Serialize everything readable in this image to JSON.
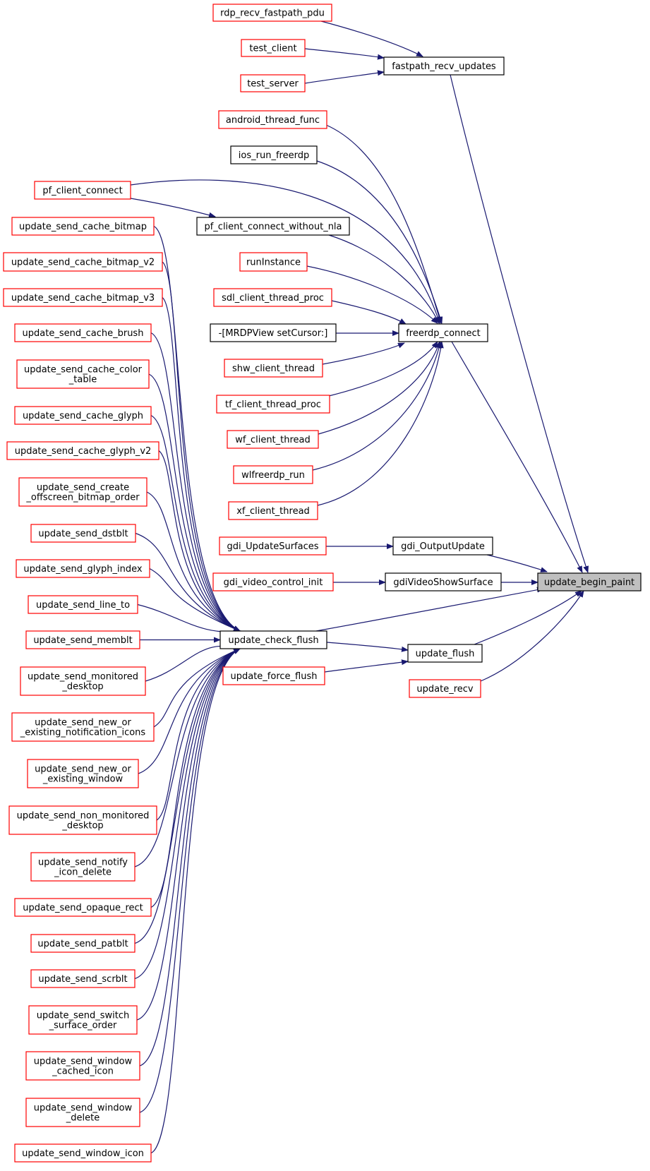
{
  "graph": {
    "nodes": [
      {
        "id": "rdp_recv_fastpath_pdu",
        "lines": [
          "rdp_recv_fastpath_pdu"
        ],
        "color": "red"
      },
      {
        "id": "test_client",
        "lines": [
          "test_client"
        ],
        "color": "red"
      },
      {
        "id": "test_server",
        "lines": [
          "test_server"
        ],
        "color": "red"
      },
      {
        "id": "fastpath_recv_updates",
        "lines": [
          "fastpath_recv_updates"
        ],
        "color": "black"
      },
      {
        "id": "android_thread_func",
        "lines": [
          "android_thread_func"
        ],
        "color": "red"
      },
      {
        "id": "ios_run_freerdp",
        "lines": [
          "ios_run_freerdp"
        ],
        "color": "black"
      },
      {
        "id": "pf_client_connect",
        "lines": [
          "pf_client_connect"
        ],
        "color": "red"
      },
      {
        "id": "pf_client_connect_without_nla",
        "lines": [
          "pf_client_connect_without_nla"
        ],
        "color": "black"
      },
      {
        "id": "runInstance",
        "lines": [
          "runInstance"
        ],
        "color": "red"
      },
      {
        "id": "sdl_client_thread_proc",
        "lines": [
          "sdl_client_thread_proc"
        ],
        "color": "red"
      },
      {
        "id": "mrdpview_setcursor",
        "lines": [
          "-[MRDPView setCursor:]"
        ],
        "color": "black"
      },
      {
        "id": "shw_client_thread",
        "lines": [
          "shw_client_thread"
        ],
        "color": "red"
      },
      {
        "id": "tf_client_thread_proc",
        "lines": [
          "tf_client_thread_proc"
        ],
        "color": "red"
      },
      {
        "id": "wf_client_thread",
        "lines": [
          "wf_client_thread"
        ],
        "color": "red"
      },
      {
        "id": "wlfreerdp_run",
        "lines": [
          "wlfreerdp_run"
        ],
        "color": "red"
      },
      {
        "id": "xf_client_thread",
        "lines": [
          "xf_client_thread"
        ],
        "color": "red"
      },
      {
        "id": "freerdp_connect",
        "lines": [
          "freerdp_connect"
        ],
        "color": "black"
      },
      {
        "id": "gdi_UpdateSurfaces",
        "lines": [
          "gdi_UpdateSurfaces"
        ],
        "color": "red"
      },
      {
        "id": "gdi_OutputUpdate",
        "lines": [
          "gdi_OutputUpdate"
        ],
        "color": "black"
      },
      {
        "id": "gdi_video_control_init",
        "lines": [
          "gdi_video_control_init"
        ],
        "color": "red"
      },
      {
        "id": "gdiVideoShowSurface",
        "lines": [
          "gdiVideoShowSurface"
        ],
        "color": "black"
      },
      {
        "id": "update_begin_paint",
        "lines": [
          "update_begin_paint"
        ],
        "color": "current"
      },
      {
        "id": "update_send_cache_bitmap",
        "lines": [
          "update_send_cache_bitmap"
        ],
        "color": "red"
      },
      {
        "id": "update_send_cache_bitmap_v2",
        "lines": [
          "update_send_cache_bitmap_v2"
        ],
        "color": "red"
      },
      {
        "id": "update_send_cache_bitmap_v3",
        "lines": [
          "update_send_cache_bitmap_v3"
        ],
        "color": "red"
      },
      {
        "id": "update_send_cache_brush",
        "lines": [
          "update_send_cache_brush"
        ],
        "color": "red"
      },
      {
        "id": "update_send_cache_color_table",
        "lines": [
          "update_send_cache_color",
          "_table"
        ],
        "color": "red"
      },
      {
        "id": "update_send_cache_glyph",
        "lines": [
          "update_send_cache_glyph"
        ],
        "color": "red"
      },
      {
        "id": "update_send_cache_glyph_v2",
        "lines": [
          "update_send_cache_glyph_v2"
        ],
        "color": "red"
      },
      {
        "id": "update_send_create_offscreen_bitmap_order",
        "lines": [
          "update_send_create",
          "_offscreen_bitmap_order"
        ],
        "color": "red"
      },
      {
        "id": "update_send_dstblt",
        "lines": [
          "update_send_dstblt"
        ],
        "color": "red"
      },
      {
        "id": "update_send_glyph_index",
        "lines": [
          "update_send_glyph_index"
        ],
        "color": "red"
      },
      {
        "id": "update_send_line_to",
        "lines": [
          "update_send_line_to"
        ],
        "color": "red"
      },
      {
        "id": "update_send_memblt",
        "lines": [
          "update_send_memblt"
        ],
        "color": "red"
      },
      {
        "id": "update_send_monitored_desktop",
        "lines": [
          "update_send_monitored",
          "_desktop"
        ],
        "color": "red"
      },
      {
        "id": "update_send_new_or_existing_notification_icons",
        "lines": [
          "update_send_new_or",
          "_existing_notification_icons"
        ],
        "color": "red"
      },
      {
        "id": "update_send_new_or_existing_window",
        "lines": [
          "update_send_new_or",
          "_existing_window"
        ],
        "color": "red"
      },
      {
        "id": "update_send_non_monitored_desktop",
        "lines": [
          "update_send_non_monitored",
          "_desktop"
        ],
        "color": "red"
      },
      {
        "id": "update_send_notify_icon_delete",
        "lines": [
          "update_send_notify",
          "_icon_delete"
        ],
        "color": "red"
      },
      {
        "id": "update_send_opaque_rect",
        "lines": [
          "update_send_opaque_rect"
        ],
        "color": "red"
      },
      {
        "id": "update_send_patblt",
        "lines": [
          "update_send_patblt"
        ],
        "color": "red"
      },
      {
        "id": "update_send_scrblt",
        "lines": [
          "update_send_scrblt"
        ],
        "color": "red"
      },
      {
        "id": "update_send_switch_surface_order",
        "lines": [
          "update_send_switch",
          "_surface_order"
        ],
        "color": "red"
      },
      {
        "id": "update_send_window_cached_icon",
        "lines": [
          "update_send_window",
          "_cached_icon"
        ],
        "color": "red"
      },
      {
        "id": "update_send_window_delete",
        "lines": [
          "update_send_window",
          "_delete"
        ],
        "color": "red"
      },
      {
        "id": "update_send_window_icon",
        "lines": [
          "update_send_window_icon"
        ],
        "color": "red"
      },
      {
        "id": "update_check_flush",
        "lines": [
          "update_check_flush"
        ],
        "color": "black"
      },
      {
        "id": "update_force_flush",
        "lines": [
          "update_force_flush"
        ],
        "color": "red"
      },
      {
        "id": "update_flush",
        "lines": [
          "update_flush"
        ],
        "color": "black"
      },
      {
        "id": "update_recv",
        "lines": [
          "update_recv"
        ],
        "color": "red"
      }
    ],
    "edges": [
      [
        "rdp_recv_fastpath_pdu",
        "fastpath_recv_updates"
      ],
      [
        "test_client",
        "fastpath_recv_updates"
      ],
      [
        "test_server",
        "fastpath_recv_updates"
      ],
      [
        "fastpath_recv_updates",
        "update_begin_paint"
      ],
      [
        "android_thread_func",
        "freerdp_connect"
      ],
      [
        "ios_run_freerdp",
        "freerdp_connect"
      ],
      [
        "pf_client_connect",
        "freerdp_connect"
      ],
      [
        "pf_client_connect",
        "pf_client_connect_without_nla"
      ],
      [
        "pf_client_connect_without_nla",
        "freerdp_connect"
      ],
      [
        "runInstance",
        "freerdp_connect"
      ],
      [
        "sdl_client_thread_proc",
        "freerdp_connect"
      ],
      [
        "mrdpview_setcursor",
        "freerdp_connect"
      ],
      [
        "shw_client_thread",
        "freerdp_connect"
      ],
      [
        "tf_client_thread_proc",
        "freerdp_connect"
      ],
      [
        "wf_client_thread",
        "freerdp_connect"
      ],
      [
        "wlfreerdp_run",
        "freerdp_connect"
      ],
      [
        "xf_client_thread",
        "freerdp_connect"
      ],
      [
        "freerdp_connect",
        "update_begin_paint"
      ],
      [
        "gdi_UpdateSurfaces",
        "gdi_OutputUpdate"
      ],
      [
        "gdi_OutputUpdate",
        "update_begin_paint"
      ],
      [
        "gdi_video_control_init",
        "gdiVideoShowSurface"
      ],
      [
        "gdiVideoShowSurface",
        "update_begin_paint"
      ],
      [
        "update_check_flush",
        "update_begin_paint"
      ],
      [
        "update_check_flush",
        "update_flush"
      ],
      [
        "update_force_flush",
        "update_flush"
      ],
      [
        "update_flush",
        "update_begin_paint"
      ],
      [
        "update_recv",
        "update_begin_paint"
      ],
      [
        "update_send_cache_bitmap",
        "update_check_flush"
      ],
      [
        "update_send_cache_bitmap_v2",
        "update_check_flush"
      ],
      [
        "update_send_cache_bitmap_v3",
        "update_check_flush"
      ],
      [
        "update_send_cache_brush",
        "update_check_flush"
      ],
      [
        "update_send_cache_color_table",
        "update_check_flush"
      ],
      [
        "update_send_cache_glyph",
        "update_check_flush"
      ],
      [
        "update_send_cache_glyph_v2",
        "update_check_flush"
      ],
      [
        "update_send_create_offscreen_bitmap_order",
        "update_check_flush"
      ],
      [
        "update_send_dstblt",
        "update_check_flush"
      ],
      [
        "update_send_glyph_index",
        "update_check_flush"
      ],
      [
        "update_send_line_to",
        "update_check_flush"
      ],
      [
        "update_send_memblt",
        "update_check_flush"
      ],
      [
        "update_send_monitored_desktop",
        "update_check_flush"
      ],
      [
        "update_send_new_or_existing_notification_icons",
        "update_check_flush"
      ],
      [
        "update_send_new_or_existing_window",
        "update_check_flush"
      ],
      [
        "update_send_non_monitored_desktop",
        "update_check_flush"
      ],
      [
        "update_send_notify_icon_delete",
        "update_check_flush"
      ],
      [
        "update_send_opaque_rect",
        "update_check_flush"
      ],
      [
        "update_send_patblt",
        "update_check_flush"
      ],
      [
        "update_send_scrblt",
        "update_check_flush"
      ],
      [
        "update_send_switch_surface_order",
        "update_check_flush"
      ],
      [
        "update_send_window_cached_icon",
        "update_check_flush"
      ],
      [
        "update_send_window_delete",
        "update_check_flush"
      ],
      [
        "update_send_window_icon",
        "update_check_flush"
      ]
    ]
  }
}
